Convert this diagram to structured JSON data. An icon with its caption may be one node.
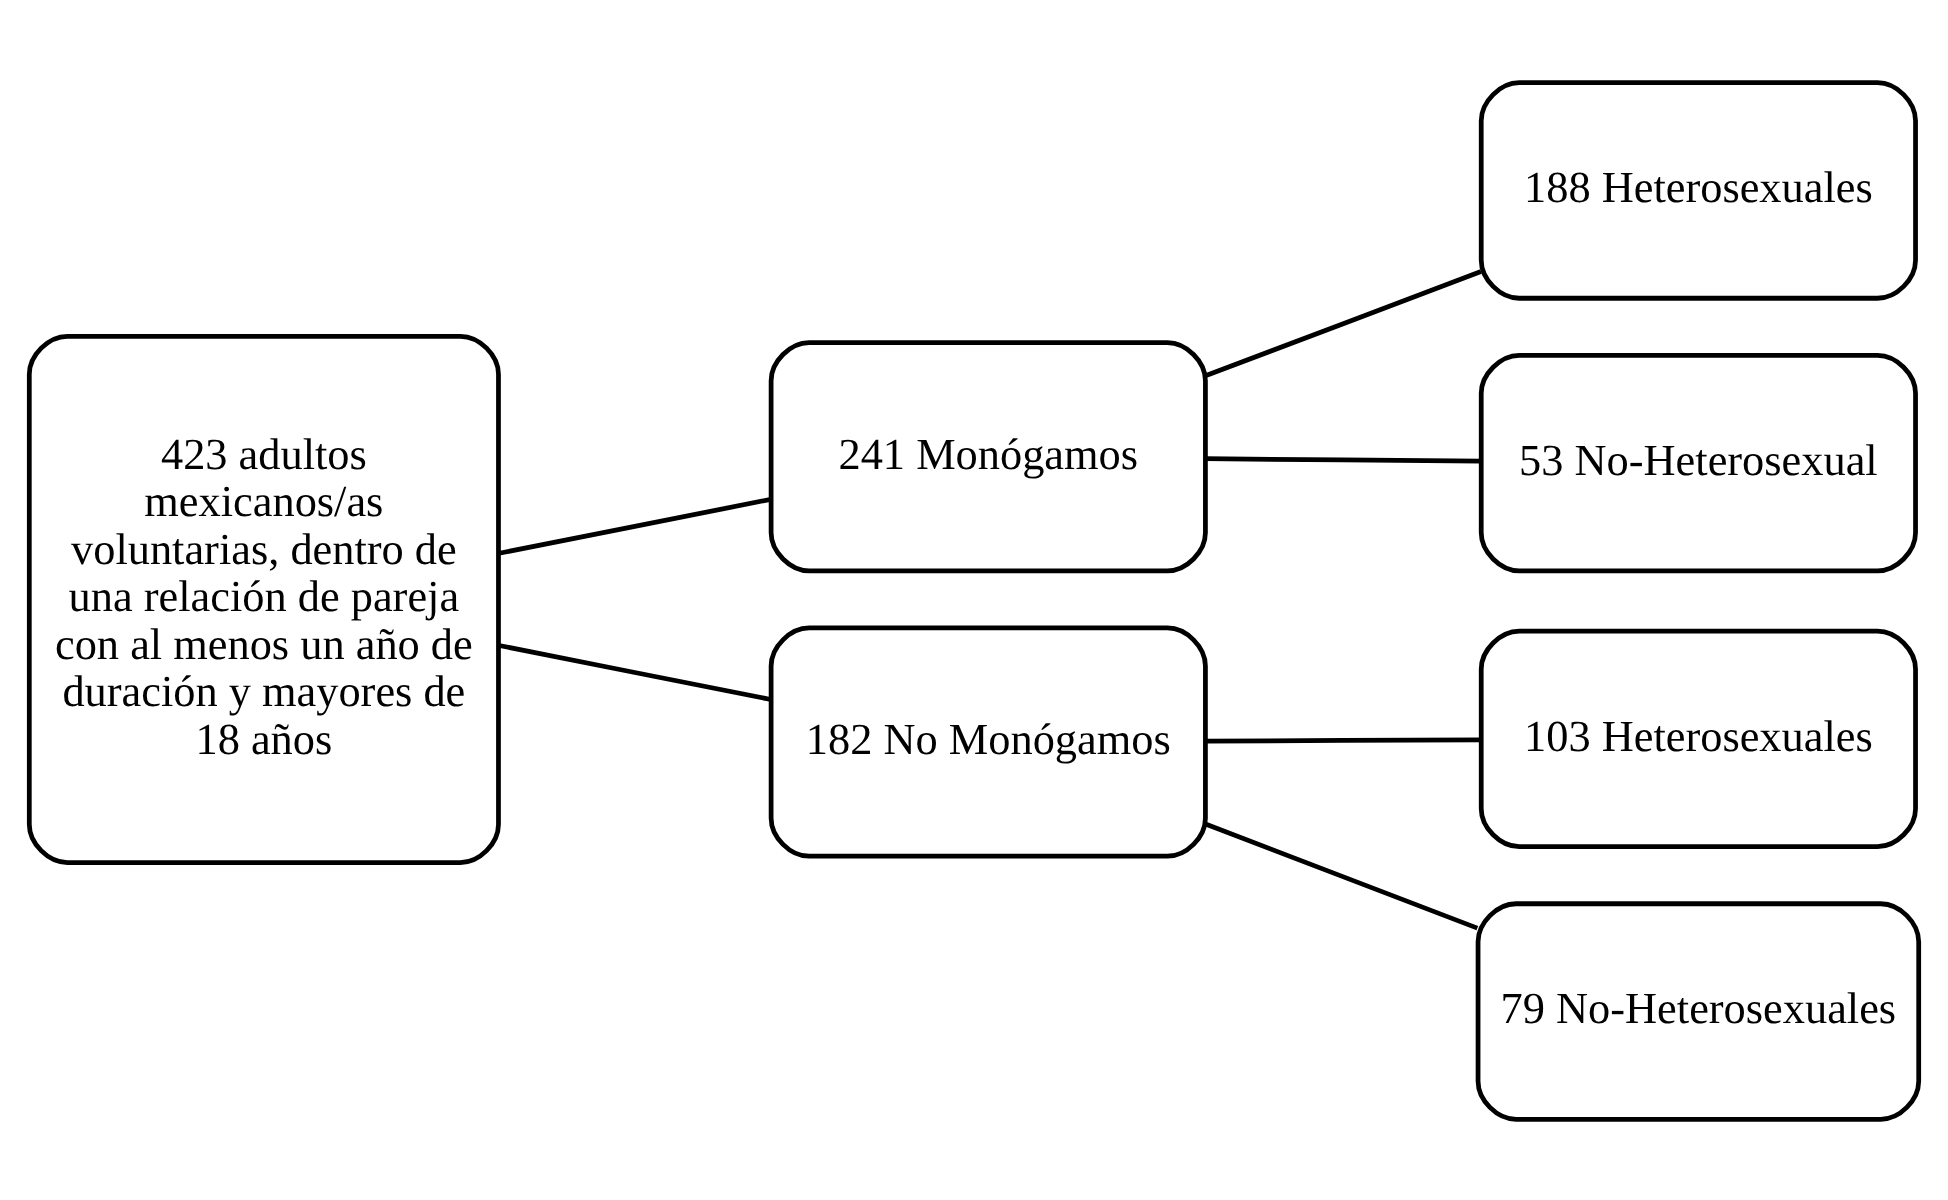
{
  "diagram": {
    "nodes": [
      {
        "text": [
          "423 adultos mexicanos/as voluntarias, dentro de una relación de pareja con al menos un año de duración y mayores de 18 años"
        ]
      },
      {
        "text": [
          "241 Monógamos"
        ]
      },
      {
        "text": [
          "182 No Monógamos"
        ]
      },
      {
        "text": [
          "188 Heterosexuales"
        ]
      },
      {
        "text": [
          "53 No-Heterosexual"
        ]
      },
      {
        "text": [
          "103 Heterosexuales"
        ]
      },
      {
        "text": [
          "79 No-Heterosexuales"
        ]
      }
    ],
    "edges": [
      {
        "from": 0,
        "to": 1,
        "arrow": "none"
      },
      {
        "from": 0,
        "to": 2,
        "arrow": "none"
      },
      {
        "from": 1,
        "to": 3,
        "arrow": "none"
      },
      {
        "from": 1,
        "to": 4,
        "arrow": "none"
      },
      {
        "from": 2,
        "to": 5,
        "arrow": "none"
      },
      {
        "from": 2,
        "to": 6,
        "arrow": "none"
      }
    ]
  }
}
